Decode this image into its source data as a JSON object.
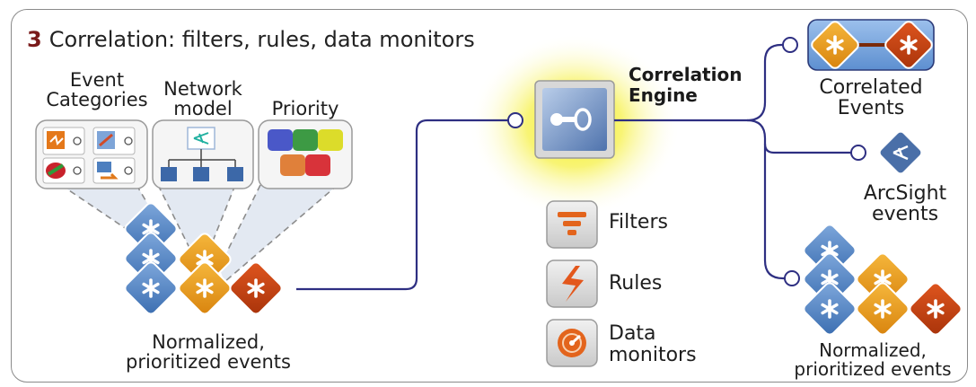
{
  "title": {
    "number": "3",
    "text": "Correlation: filters, rules, data monitors"
  },
  "inputs": {
    "event_categories": "Event\nCategories",
    "network_model": "Network\nmodel",
    "priority": "Priority",
    "normalized_events": "Normalized,\nprioritized events"
  },
  "engine": {
    "label": "Correlation\nEngine"
  },
  "legend": {
    "filters": "Filters",
    "rules": "Rules",
    "data_monitors": "Data\nmonitors"
  },
  "outputs": {
    "correlated_events": "Correlated\nEvents",
    "arcsight_events": "ArcSight\nevents",
    "normalized_events": "Normalized,\nprioritized events"
  },
  "colors": {
    "blue_event": "#4f82c4",
    "orange_event": "#e89618",
    "red_event": "#c8420f",
    "connector": "#2e2f82",
    "engine_glow": "#f4f018",
    "frame": "#8a8a8a"
  }
}
